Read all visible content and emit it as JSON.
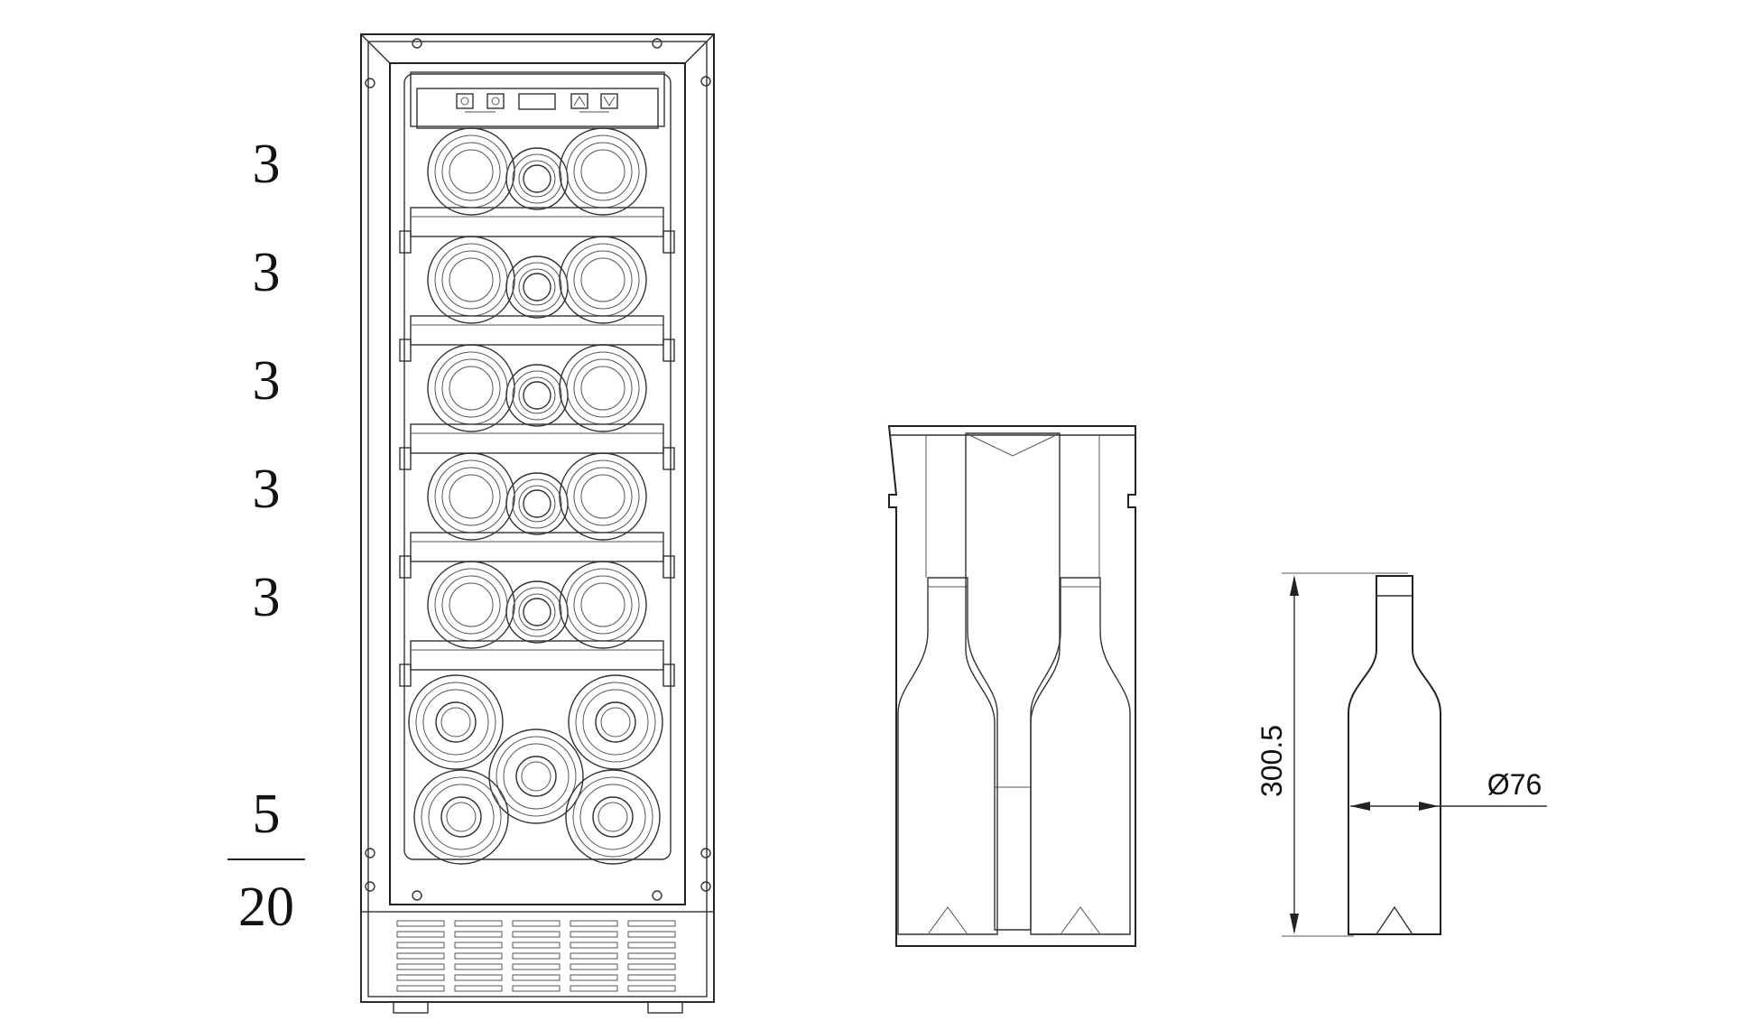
{
  "shelf_capacities": [
    "3",
    "3",
    "3",
    "3",
    "3"
  ],
  "bottom_capacity": "5",
  "total_capacity": "20",
  "bottle_height_label": "300.5",
  "bottle_diameter_label": "Ø76",
  "line_color": "#222222",
  "icons": [
    "light-button-icon",
    "power-button-icon",
    "temp-up-button-icon",
    "temp-down-button-icon"
  ]
}
